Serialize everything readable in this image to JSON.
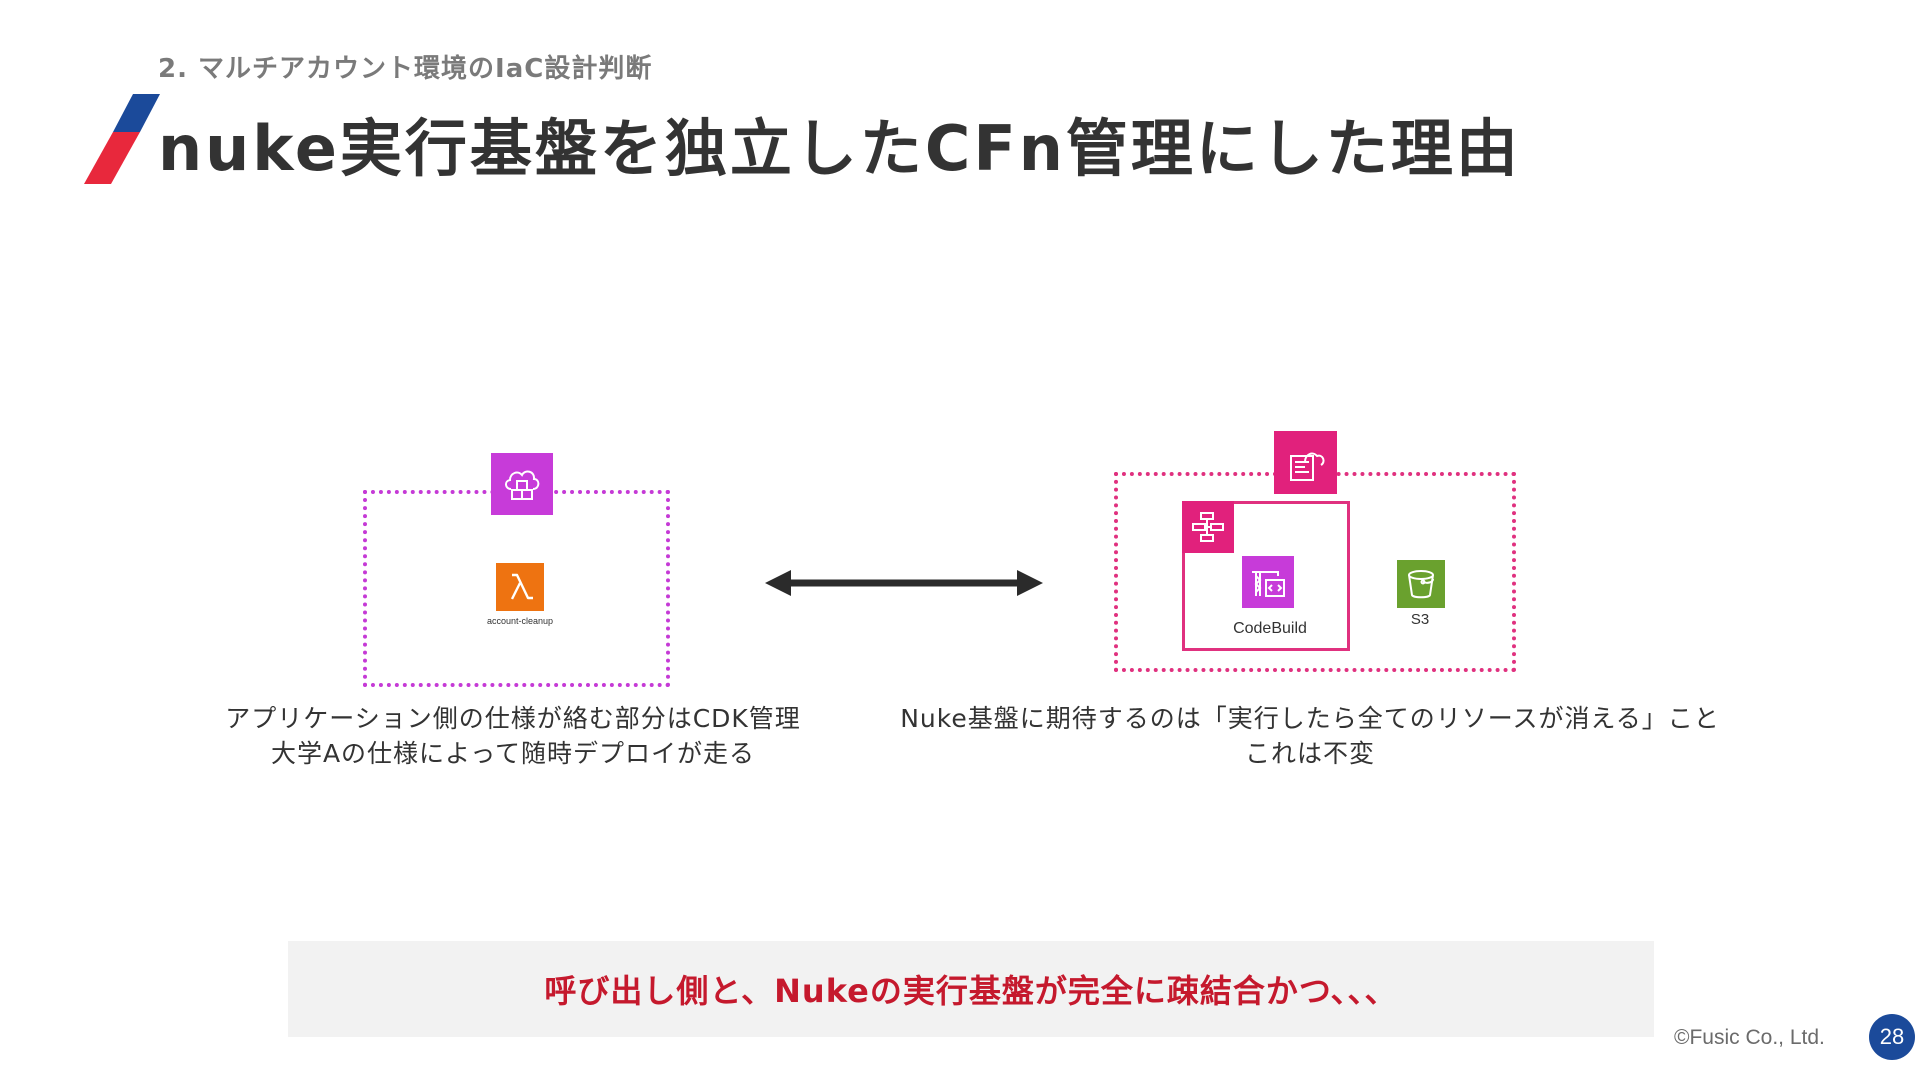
{
  "header": {
    "section_label": "2. マルチアカウント環境のIaC設計判断",
    "title": "nuke実行基盤を独立したCFn管理にした理由",
    "accent_colors": [
      "#1b4a9a",
      "#e8283c"
    ]
  },
  "diagram": {
    "left_stack": {
      "border_color": "#c53ad6",
      "stack_icon": "cloudformation-stack-icon",
      "resources": [
        {
          "icon": "lambda-icon",
          "label": "account-cleanup",
          "color": "#ee7311"
        }
      ]
    },
    "connector": "bidirectional-arrow",
    "right_stack": {
      "border_color": "#e0317f",
      "stack_icon": "cloudformation-icon",
      "state_machine_icon": "step-functions-icon",
      "resources": [
        {
          "icon": "codebuild-icon",
          "label": "CodeBuild",
          "color": "#c73bd9"
        },
        {
          "icon": "s3-bucket-icon",
          "label": "S3",
          "color": "#6aa12e"
        }
      ]
    }
  },
  "captions": {
    "left": [
      "アプリケーション側の仕様が絡む部分はCDK管理",
      "大学Aの仕様によって随時デプロイが走る"
    ],
    "right": [
      "Nuke基盤に期待するのは「実行したら全てのリソースが消える」こと",
      "これは不変"
    ]
  },
  "banner": {
    "text": "呼び出し側と、Nukeの実行基盤が完全に疎結合かつ、、、"
  },
  "footer": {
    "copyright": "©Fusic Co., Ltd.",
    "page_number": "28"
  }
}
